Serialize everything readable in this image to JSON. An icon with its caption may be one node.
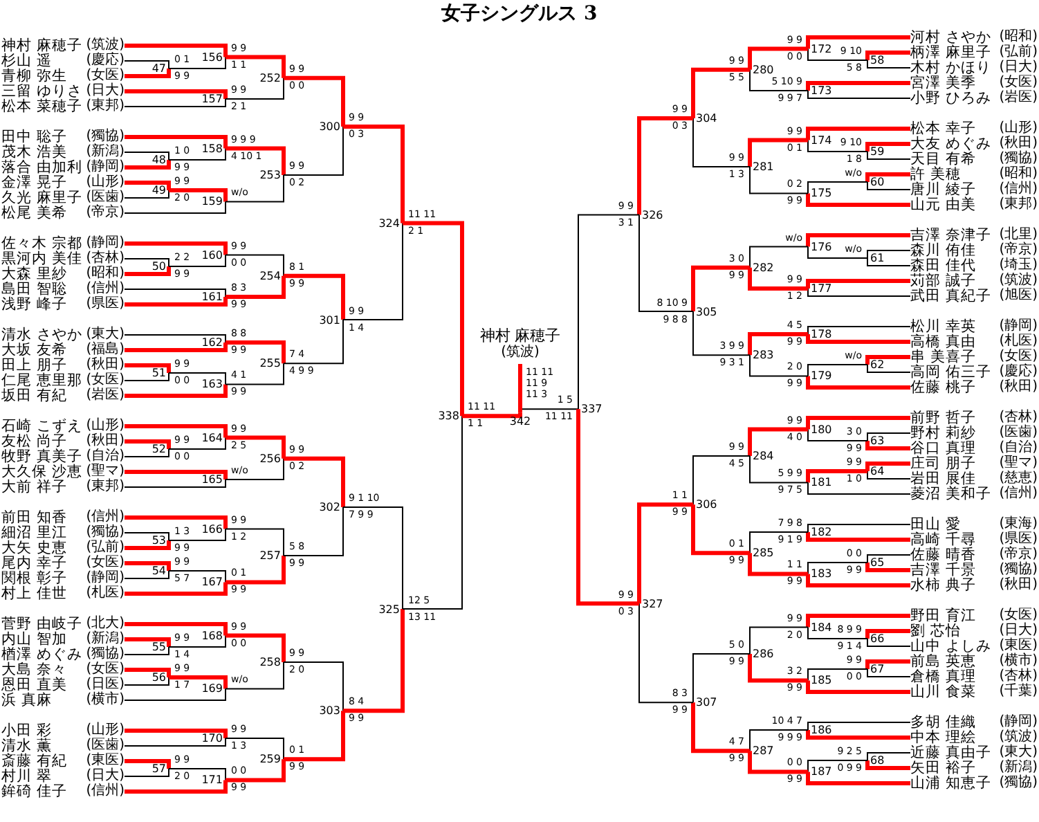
{
  "diagram": {
    "title": "女子シングルス 3",
    "nodes": [
      {
        "text": [
          "神村 麻穂子",
          "(筑波)"
        ]
      },
      {
        "text": [
          "杉山 遥",
          "(慶応)"
        ]
      },
      {
        "text": [
          "青柳 弥生",
          "(女医)"
        ]
      },
      {
        "text": [
          "三留 ゆりさ",
          "(日大)"
        ]
      },
      {
        "text": [
          "松本 菜穂子",
          "(東邦)"
        ]
      },
      {
        "text": [
          "田中 聡子",
          "(獨協)"
        ]
      },
      {
        "text": [
          "茂木 浩美",
          "(新潟)"
        ]
      },
      {
        "text": [
          "落合 由加利",
          "(静岡)"
        ]
      },
      {
        "text": [
          "金澤 晃子",
          "(山形)"
        ]
      },
      {
        "text": [
          "久光 麻里子",
          "(医歯)"
        ]
      },
      {
        "text": [
          "松尾 美希",
          "(帝京)"
        ]
      },
      {
        "text": [
          "佐々木 宗都",
          "(静岡)"
        ]
      },
      {
        "text": [
          "黒河内 美佳",
          "(杏林)"
        ]
      },
      {
        "text": [
          "大森 里紗",
          "(昭和)"
        ]
      },
      {
        "text": [
          "島田 智聡",
          "(信州)"
        ]
      },
      {
        "text": [
          "浅野 峰子",
          "(県医)"
        ]
      },
      {
        "text": [
          "清水 さやか",
          "(東大)"
        ]
      },
      {
        "text": [
          "大坂 友希",
          "(福島)"
        ]
      },
      {
        "text": [
          "田上 朋子",
          "(秋田)"
        ]
      },
      {
        "text": [
          "仁尾 恵里那",
          "(女医)"
        ]
      },
      {
        "text": [
          "坂田 有紀",
          "(岩医)"
        ]
      },
      {
        "text": [
          "石崎 こずえ",
          "(山形)"
        ]
      },
      {
        "text": [
          "友松 尚子",
          "(秋田)"
        ]
      },
      {
        "text": [
          "牧野 真美子",
          "(自治)"
        ]
      },
      {
        "text": [
          "大久保 沙恵",
          "(聖マ)"
        ]
      },
      {
        "text": [
          "大前 祥子",
          "(東邦)"
        ]
      },
      {
        "text": [
          "前田 知香",
          "(信州)"
        ]
      },
      {
        "text": [
          "細沼 里江",
          "(獨協)"
        ]
      },
      {
        "text": [
          "大矢 史恵",
          "(弘前)"
        ]
      },
      {
        "text": [
          "尾内 幸子",
          "(女医)"
        ]
      },
      {
        "text": [
          "関根 彰子",
          "(静岡)"
        ]
      },
      {
        "text": [
          "村上 佳世",
          "(札医)"
        ]
      },
      {
        "text": [
          "菅野 由岐子",
          "(北大)"
        ]
      },
      {
        "text": [
          "内山 智加",
          "(新潟)"
        ]
      },
      {
        "text": [
          "楢澤 めぐみ",
          "(獨協)"
        ]
      },
      {
        "text": [
          "大島 奈々",
          "(女医)"
        ]
      },
      {
        "text": [
          "恩田 直美",
          "(日医)"
        ]
      },
      {
        "text": [
          "浜 真麻",
          "(横市)"
        ]
      },
      {
        "text": [
          "小田 彩",
          "(山形)"
        ]
      },
      {
        "text": [
          "清水 薫",
          "(医歯)"
        ]
      },
      {
        "text": [
          "斎藤 有紀",
          "(東医)"
        ]
      },
      {
        "text": [
          "村川 翠",
          "(日大)"
        ]
      },
      {
        "text": [
          "鉾碕 佳子",
          "(信州)"
        ]
      },
      {
        "text": [
          "河村 さやか",
          "(昭和)"
        ]
      },
      {
        "text": [
          "柄澤 麻里子",
          "(弘前)"
        ]
      },
      {
        "text": [
          "木村 かほり",
          "(日大)"
        ]
      },
      {
        "text": [
          "宮澤 美季",
          "(女医)"
        ]
      },
      {
        "text": [
          "小野 ひろみ",
          "(岩医)"
        ]
      },
      {
        "text": [
          "松本 幸子",
          "(山形)"
        ]
      },
      {
        "text": [
          "大友 めぐみ",
          "(秋田)"
        ]
      },
      {
        "text": [
          "天目 有希",
          "(獨協)"
        ]
      },
      {
        "text": [
          "許 美穂",
          "(昭和)"
        ]
      },
      {
        "text": [
          "唐川 綾子",
          "(信州)"
        ]
      },
      {
        "text": [
          "山元 由美",
          "(東邦)"
        ]
      },
      {
        "text": [
          "吉澤 奈津子",
          "(北里)"
        ]
      },
      {
        "text": [
          "森川 侑佳",
          "(帝京)"
        ]
      },
      {
        "text": [
          "森田 佳代",
          "(埼玉)"
        ]
      },
      {
        "text": [
          "苅部 誠子",
          "(筑波)"
        ]
      },
      {
        "text": [
          "武田 真紀子",
          "(旭医)"
        ]
      },
      {
        "text": [
          "松川 幸英",
          "(静岡)"
        ]
      },
      {
        "text": [
          "高橋 真由",
          "(札医)"
        ]
      },
      {
        "text": [
          "串 美喜子",
          "(女医)"
        ]
      },
      {
        "text": [
          "高岡 佑三子",
          "(慶応)"
        ]
      },
      {
        "text": [
          "佐藤 桃子",
          "(秋田)"
        ]
      },
      {
        "text": [
          "前野 哲子",
          "(杏林)"
        ]
      },
      {
        "text": [
          "野村 莉紗",
          "(医歯)"
        ]
      },
      {
        "text": [
          "谷口 真理",
          "(自治)"
        ]
      },
      {
        "text": [
          "庄司 朋子",
          "(聖マ)"
        ]
      },
      {
        "text": [
          "岩田 展佳",
          "(慈恵)"
        ]
      },
      {
        "text": [
          "菱沼 美和子",
          "(信州)"
        ]
      },
      {
        "text": [
          "田山 愛",
          "(東海)"
        ]
      },
      {
        "text": [
          "高崎 千尋",
          "(県医)"
        ]
      },
      {
        "text": [
          "佐藤 晴香",
          "(帝京)"
        ]
      },
      {
        "text": [
          "吉澤 千景",
          "(獨協)"
        ]
      },
      {
        "text": [
          "水柿 典子",
          "(秋田)"
        ]
      },
      {
        "text": [
          "野田 育江",
          "(女医)"
        ]
      },
      {
        "text": [
          "劉 芯怡",
          "(日大)"
        ]
      },
      {
        "text": [
          "山中 よしみ",
          "(東医)"
        ]
      },
      {
        "text": [
          "前島 英恵",
          "(横市)"
        ]
      },
      {
        "text": [
          "倉橋 真理",
          "(杏林)"
        ]
      },
      {
        "text": [
          "山川 食菜",
          "(千葉)"
        ]
      },
      {
        "text": [
          "多胡 佳織",
          "(静岡)"
        ]
      },
      {
        "text": [
          "中本 理絵",
          "(筑波)"
        ]
      },
      {
        "text": [
          "近藤 真由子",
          "(東大)"
        ]
      },
      {
        "text": [
          "矢田 裕子",
          "(新潟)"
        ]
      },
      {
        "text": [
          "山浦 知恵子",
          "(獨協)"
        ]
      },
      {
        "text": [
          "神村 麻穂子",
          "(筑波)"
        ]
      },
      {
        "text": [
          "47"
        ]
      },
      {
        "text": [
          "48"
        ]
      },
      {
        "text": [
          "49"
        ]
      },
      {
        "text": [
          "50"
        ]
      },
      {
        "text": [
          "51"
        ]
      },
      {
        "text": [
          "52"
        ]
      },
      {
        "text": [
          "53"
        ]
      },
      {
        "text": [
          "54"
        ]
      },
      {
        "text": [
          "55"
        ]
      },
      {
        "text": [
          "56"
        ]
      },
      {
        "text": [
          "57"
        ]
      },
      {
        "text": [
          "58"
        ]
      },
      {
        "text": [
          "59"
        ]
      },
      {
        "text": [
          "60"
        ]
      },
      {
        "text": [
          "61"
        ]
      },
      {
        "text": [
          "62"
        ]
      },
      {
        "text": [
          "63"
        ]
      },
      {
        "text": [
          "64"
        ]
      },
      {
        "text": [
          "65"
        ]
      },
      {
        "text": [
          "66"
        ]
      },
      {
        "text": [
          "67"
        ]
      },
      {
        "text": [
          "68"
        ]
      },
      {
        "text": [
          "156"
        ]
      },
      {
        "text": [
          "157"
        ]
      },
      {
        "text": [
          "158"
        ]
      },
      {
        "text": [
          "159"
        ]
      },
      {
        "text": [
          "160"
        ]
      },
      {
        "text": [
          "161"
        ]
      },
      {
        "text": [
          "162"
        ]
      },
      {
        "text": [
          "163"
        ]
      },
      {
        "text": [
          "164"
        ]
      },
      {
        "text": [
          "165"
        ]
      },
      {
        "text": [
          "166"
        ]
      },
      {
        "text": [
          "167"
        ]
      },
      {
        "text": [
          "168"
        ]
      },
      {
        "text": [
          "169"
        ]
      },
      {
        "text": [
          "170"
        ]
      },
      {
        "text": [
          "171"
        ]
      },
      {
        "text": [
          "172"
        ]
      },
      {
        "text": [
          "173"
        ]
      },
      {
        "text": [
          "174"
        ]
      },
      {
        "text": [
          "175"
        ]
      },
      {
        "text": [
          "176"
        ]
      },
      {
        "text": [
          "177"
        ]
      },
      {
        "text": [
          "178"
        ]
      },
      {
        "text": [
          "179"
        ]
      },
      {
        "text": [
          "180"
        ]
      },
      {
        "text": [
          "181"
        ]
      },
      {
        "text": [
          "182"
        ]
      },
      {
        "text": [
          "183"
        ]
      },
      {
        "text": [
          "184"
        ]
      },
      {
        "text": [
          "185"
        ]
      },
      {
        "text": [
          "186"
        ]
      },
      {
        "text": [
          "187"
        ]
      },
      {
        "text": [
          "252"
        ]
      },
      {
        "text": [
          "253"
        ]
      },
      {
        "text": [
          "254"
        ]
      },
      {
        "text": [
          "255"
        ]
      },
      {
        "text": [
          "256"
        ]
      },
      {
        "text": [
          "257"
        ]
      },
      {
        "text": [
          "258"
        ]
      },
      {
        "text": [
          "259"
        ]
      },
      {
        "text": [
          "280"
        ]
      },
      {
        "text": [
          "281"
        ]
      },
      {
        "text": [
          "282"
        ]
      },
      {
        "text": [
          "283"
        ]
      },
      {
        "text": [
          "284"
        ]
      },
      {
        "text": [
          "285"
        ]
      },
      {
        "text": [
          "286"
        ]
      },
      {
        "text": [
          "287"
        ]
      },
      {
        "text": [
          "300"
        ]
      },
      {
        "text": [
          "301"
        ]
      },
      {
        "text": [
          "302"
        ]
      },
      {
        "text": [
          "303"
        ]
      },
      {
        "text": [
          "304"
        ]
      },
      {
        "text": [
          "305"
        ]
      },
      {
        "text": [
          "306"
        ]
      },
      {
        "text": [
          "307"
        ]
      },
      {
        "text": [
          "324"
        ]
      },
      {
        "text": [
          "325"
        ]
      },
      {
        "text": [
          "326"
        ]
      },
      {
        "text": [
          "327"
        ]
      },
      {
        "text": [
          "338"
        ]
      },
      {
        "text": [
          "337"
        ]
      },
      {
        "text": [
          "342"
        ]
      }
    ],
    "edges": [
      {
        "from": 1,
        "to": 87,
        "arrow": "none",
        "label": "0 1"
      },
      {
        "from": 2,
        "to": 87,
        "arrow": "none",
        "label": "9 9",
        "style": "thick",
        "color": "#ff0000"
      },
      {
        "from": 0,
        "to": 109,
        "arrow": "none",
        "label": "9 9",
        "style": "thick",
        "color": "#ff0000"
      },
      {
        "from": 87,
        "to": 109,
        "arrow": "none",
        "label": "1 1"
      },
      {
        "from": 3,
        "to": 110,
        "arrow": "none",
        "label": "9 9",
        "style": "thick",
        "color": "#ff0000"
      },
      {
        "from": 4,
        "to": 110,
        "arrow": "none",
        "label": "2 1"
      },
      {
        "from": 109,
        "to": 141,
        "arrow": "none",
        "label": "9 9",
        "style": "thick",
        "color": "#ff0000"
      },
      {
        "from": 110,
        "to": 141,
        "arrow": "none",
        "label": "0 0"
      },
      {
        "from": 6,
        "to": 88,
        "arrow": "none",
        "label": "1 0"
      },
      {
        "from": 7,
        "to": 88,
        "arrow": "none",
        "label": "9 9",
        "style": "thick",
        "color": "#ff0000"
      },
      {
        "from": 5,
        "to": 111,
        "arrow": "none",
        "label": "9 9 9",
        "style": "thick",
        "color": "#ff0000"
      },
      {
        "from": 88,
        "to": 111,
        "arrow": "none",
        "label": "4 10 1"
      },
      {
        "from": 8,
        "to": 89,
        "arrow": "none",
        "label": "9 9",
        "style": "thick",
        "color": "#ff0000"
      },
      {
        "from": 9,
        "to": 89,
        "arrow": "none",
        "label": "2 0"
      },
      {
        "from": 89,
        "to": 112,
        "arrow": "none",
        "label": "w/o",
        "style": "thick",
        "color": "#ff0000"
      },
      {
        "from": 10,
        "to": 112,
        "arrow": "none"
      },
      {
        "from": 111,
        "to": 142,
        "arrow": "none",
        "label": "9 9",
        "style": "thick",
        "color": "#ff0000"
      },
      {
        "from": 112,
        "to": 142,
        "arrow": "none",
        "label": "0 2"
      },
      {
        "from": 141,
        "to": 157,
        "arrow": "none",
        "label": "9 9",
        "style": "thick",
        "color": "#ff0000"
      },
      {
        "from": 142,
        "to": 157,
        "arrow": "none",
        "label": "0 3"
      },
      {
        "from": 12,
        "to": 90,
        "arrow": "none",
        "label": "2 2"
      },
      {
        "from": 13,
        "to": 90,
        "arrow": "none",
        "label": "9 9",
        "style": "thick",
        "color": "#ff0000"
      },
      {
        "from": 11,
        "to": 113,
        "arrow": "none",
        "label": "9 9",
        "style": "thick",
        "color": "#ff0000"
      },
      {
        "from": 90,
        "to": 113,
        "arrow": "none",
        "label": "0 0"
      },
      {
        "from": 14,
        "to": 114,
        "arrow": "none",
        "label": "8 3"
      },
      {
        "from": 15,
        "to": 114,
        "arrow": "none",
        "label": "9 9",
        "style": "thick",
        "color": "#ff0000"
      },
      {
        "from": 113,
        "to": 143,
        "arrow": "none",
        "label": "8 1"
      },
      {
        "from": 114,
        "to": 143,
        "arrow": "none",
        "label": "9 9",
        "style": "thick",
        "color": "#ff0000"
      },
      {
        "from": 16,
        "to": 115,
        "arrow": "none",
        "label": "8 8"
      },
      {
        "from": 17,
        "to": 115,
        "arrow": "none",
        "label": "9 9",
        "style": "thick",
        "color": "#ff0000"
      },
      {
        "from": 18,
        "to": 91,
        "arrow": "none",
        "label": "9 9",
        "style": "thick",
        "color": "#ff0000"
      },
      {
        "from": 19,
        "to": 91,
        "arrow": "none",
        "label": "0 0"
      },
      {
        "from": 91,
        "to": 116,
        "arrow": "none",
        "label": "4 1"
      },
      {
        "from": 20,
        "to": 116,
        "arrow": "none",
        "label": "9 9",
        "style": "thick",
        "color": "#ff0000"
      },
      {
        "from": 115,
        "to": 144,
        "arrow": "none",
        "label": "7 4",
        "style": "thick",
        "color": "#ff0000"
      },
      {
        "from": 116,
        "to": 144,
        "arrow": "none",
        "label": "4 9 9"
      },
      {
        "from": 143,
        "to": 158,
        "arrow": "none",
        "label": "9 9",
        "style": "thick",
        "color": "#ff0000"
      },
      {
        "from": 144,
        "to": 158,
        "arrow": "none",
        "label": "1 4"
      },
      {
        "from": 157,
        "to": 165,
        "arrow": "none",
        "label": "11 11",
        "style": "thick",
        "color": "#ff0000"
      },
      {
        "from": 158,
        "to": 165,
        "arrow": "none",
        "label": "2 1"
      },
      {
        "from": 22,
        "to": 92,
        "arrow": "none",
        "label": "9 9",
        "style": "thick",
        "color": "#ff0000"
      },
      {
        "from": 23,
        "to": 92,
        "arrow": "none",
        "label": "0 0"
      },
      {
        "from": 21,
        "to": 117,
        "arrow": "none",
        "label": "9 9",
        "style": "thick",
        "color": "#ff0000"
      },
      {
        "from": 92,
        "to": 117,
        "arrow": "none",
        "label": "2 5"
      },
      {
        "from": 24,
        "to": 118,
        "arrow": "none",
        "label": "w/o",
        "style": "thick",
        "color": "#ff0000"
      },
      {
        "from": 25,
        "to": 118,
        "arrow": "none"
      },
      {
        "from": 117,
        "to": 145,
        "arrow": "none",
        "label": "9 9",
        "style": "thick",
        "color": "#ff0000"
      },
      {
        "from": 118,
        "to": 145,
        "arrow": "none",
        "label": "0 2"
      },
      {
        "from": 27,
        "to": 93,
        "arrow": "none",
        "label": "1 3"
      },
      {
        "from": 28,
        "to": 93,
        "arrow": "none",
        "label": "9 9",
        "style": "thick",
        "color": "#ff0000"
      },
      {
        "from": 26,
        "to": 119,
        "arrow": "none",
        "label": "9 9",
        "style": "thick",
        "color": "#ff0000"
      },
      {
        "from": 93,
        "to": 119,
        "arrow": "none",
        "label": "1 2"
      },
      {
        "from": 29,
        "to": 94,
        "arrow": "none",
        "label": "9 9",
        "style": "thick",
        "color": "#ff0000"
      },
      {
        "from": 30,
        "to": 94,
        "arrow": "none",
        "label": "5 7"
      },
      {
        "from": 94,
        "to": 120,
        "arrow": "none",
        "label": "0 1"
      },
      {
        "from": 31,
        "to": 120,
        "arrow": "none",
        "label": "9 9",
        "style": "thick",
        "color": "#ff0000"
      },
      {
        "from": 119,
        "to": 146,
        "arrow": "none",
        "label": "5 8"
      },
      {
        "from": 120,
        "to": 146,
        "arrow": "none",
        "label": "9 9",
        "style": "thick",
        "color": "#ff0000"
      },
      {
        "from": 145,
        "to": 159,
        "arrow": "none",
        "label": "9 1 10",
        "style": "thick",
        "color": "#ff0000"
      },
      {
        "from": 146,
        "to": 159,
        "arrow": "none",
        "label": "7 9 9"
      },
      {
        "from": 33,
        "to": 95,
        "arrow": "none",
        "label": "9 9",
        "style": "thick",
        "color": "#ff0000"
      },
      {
        "from": 34,
        "to": 95,
        "arrow": "none",
        "label": "1 4"
      },
      {
        "from": 32,
        "to": 121,
        "arrow": "none",
        "label": "9 9",
        "style": "thick",
        "color": "#ff0000"
      },
      {
        "from": 95,
        "to": 121,
        "arrow": "none",
        "label": "0 0"
      },
      {
        "from": 35,
        "to": 96,
        "arrow": "none",
        "label": "9 9",
        "style": "thick",
        "color": "#ff0000"
      },
      {
        "from": 36,
        "to": 96,
        "arrow": "none",
        "label": "1 7"
      },
      {
        "from": 96,
        "to": 122,
        "arrow": "none",
        "label": "w/o",
        "style": "thick",
        "color": "#ff0000"
      },
      {
        "from": 37,
        "to": 122,
        "arrow": "none"
      },
      {
        "from": 121,
        "to": 147,
        "arrow": "none",
        "label": "9 9",
        "style": "thick",
        "color": "#ff0000"
      },
      {
        "from": 122,
        "to": 147,
        "arrow": "none",
        "label": "2 0"
      },
      {
        "from": 38,
        "to": 123,
        "arrow": "none",
        "label": "9 9",
        "style": "thick",
        "color": "#ff0000"
      },
      {
        "from": 39,
        "to": 123,
        "arrow": "none",
        "label": "1 3"
      },
      {
        "from": 40,
        "to": 97,
        "arrow": "none",
        "label": "9 9",
        "style": "thick",
        "color": "#ff0000"
      },
      {
        "from": 41,
        "to": 97,
        "arrow": "none",
        "label": "2 0"
      },
      {
        "from": 97,
        "to": 124,
        "arrow": "none",
        "label": "0 0"
      },
      {
        "from": 42,
        "to": 124,
        "arrow": "none",
        "label": "9 9",
        "style": "thick",
        "color": "#ff0000"
      },
      {
        "from": 123,
        "to": 148,
        "arrow": "none",
        "label": "0 1"
      },
      {
        "from": 124,
        "to": 148,
        "arrow": "none",
        "label": "9 9",
        "style": "thick",
        "color": "#ff0000"
      },
      {
        "from": 147,
        "to": 160,
        "arrow": "none",
        "label": "8 4"
      },
      {
        "from": 148,
        "to": 160,
        "arrow": "none",
        "label": "9 9",
        "style": "thick",
        "color": "#ff0000"
      },
      {
        "from": 159,
        "to": 166,
        "arrow": "none",
        "label": "12 5"
      },
      {
        "from": 160,
        "to": 166,
        "arrow": "none",
        "label": "13 11",
        "style": "thick",
        "color": "#ff0000"
      },
      {
        "from": 165,
        "to": 169,
        "arrow": "none",
        "label": "11 11",
        "style": "thick",
        "color": "#ff0000"
      },
      {
        "from": 166,
        "to": 169,
        "arrow": "none",
        "label": "1 1"
      },
      {
        "from": 169,
        "to": 171,
        "arrow": "none",
        "style": "thick",
        "color": "#ff0000"
      },
      {
        "from": 170,
        "to": 171,
        "arrow": "none"
      },
      {
        "from": 171,
        "to": 86,
        "arrow": "none",
        "style": "thick",
        "color": "#ff0000"
      },
      {
        "from": 44,
        "to": 98,
        "arrow": "none",
        "label": "9 10",
        "style": "thick",
        "color": "#ff0000"
      },
      {
        "from": 45,
        "to": 98,
        "arrow": "none",
        "label": "5 8"
      },
      {
        "from": 43,
        "to": 125,
        "arrow": "none",
        "label": "9 9",
        "style": "thick",
        "color": "#ff0000"
      },
      {
        "from": 98,
        "to": 125,
        "arrow": "none",
        "label": "0 0"
      },
      {
        "from": 46,
        "to": 126,
        "arrow": "none",
        "label": "5 10 9",
        "style": "thick",
        "color": "#ff0000"
      },
      {
        "from": 47,
        "to": 126,
        "arrow": "none",
        "label": "9 9 7"
      },
      {
        "from": 125,
        "to": 149,
        "arrow": "none",
        "label": "9 9",
        "style": "thick",
        "color": "#ff0000"
      },
      {
        "from": 126,
        "to": 149,
        "arrow": "none",
        "label": "5 5"
      },
      {
        "from": 49,
        "to": 99,
        "arrow": "none",
        "label": "9 10",
        "style": "thick",
        "color": "#ff0000"
      },
      {
        "from": 50,
        "to": 99,
        "arrow": "none",
        "label": "1 8"
      },
      {
        "from": 48,
        "to": 127,
        "arrow": "none",
        "label": "9 9",
        "style": "thick",
        "color": "#ff0000"
      },
      {
        "from": 99,
        "to": 127,
        "arrow": "none",
        "label": "0 1"
      },
      {
        "from": 51,
        "to": 100,
        "arrow": "none",
        "label": "w/o",
        "style": "thick",
        "color": "#ff0000"
      },
      {
        "from": 52,
        "to": 100,
        "arrow": "none"
      },
      {
        "from": 100,
        "to": 128,
        "arrow": "none",
        "label": "0 2"
      },
      {
        "from": 53,
        "to": 128,
        "arrow": "none",
        "label": "9 9",
        "style": "thick",
        "color": "#ff0000"
      },
      {
        "from": 127,
        "to": 150,
        "arrow": "none",
        "label": "9 9",
        "style": "thick",
        "color": "#ff0000"
      },
      {
        "from": 128,
        "to": 150,
        "arrow": "none",
        "label": "1 3"
      },
      {
        "from": 149,
        "to": 161,
        "arrow": "none",
        "label": "9 9",
        "style": "thick",
        "color": "#ff0000"
      },
      {
        "from": 150,
        "to": 161,
        "arrow": "none",
        "label": "0 3"
      },
      {
        "from": 55,
        "to": 101,
        "arrow": "none",
        "label": "w/o"
      },
      {
        "from": 56,
        "to": 101,
        "arrow": "none"
      },
      {
        "from": 54,
        "to": 129,
        "arrow": "none",
        "label": "w/o",
        "style": "thick",
        "color": "#ff0000"
      },
      {
        "from": 101,
        "to": 129,
        "arrow": "none"
      },
      {
        "from": 57,
        "to": 130,
        "arrow": "none",
        "label": "9 9",
        "style": "thick",
        "color": "#ff0000"
      },
      {
        "from": 58,
        "to": 130,
        "arrow": "none",
        "label": "1 2"
      },
      {
        "from": 129,
        "to": 151,
        "arrow": "none",
        "label": "3 0"
      },
      {
        "from": 130,
        "to": 151,
        "arrow": "none",
        "label": "9 9",
        "style": "thick",
        "color": "#ff0000"
      },
      {
        "from": 59,
        "to": 131,
        "arrow": "none",
        "label": "4 5"
      },
      {
        "from": 60,
        "to": 131,
        "arrow": "none",
        "label": "9 9",
        "style": "thick",
        "color": "#ff0000"
      },
      {
        "from": 61,
        "to": 102,
        "arrow": "none",
        "label": "w/o",
        "style": "thick",
        "color": "#ff0000"
      },
      {
        "from": 62,
        "to": 102,
        "arrow": "none"
      },
      {
        "from": 102,
        "to": 132,
        "arrow": "none",
        "label": "2 0"
      },
      {
        "from": 63,
        "to": 132,
        "arrow": "none",
        "label": "9 9",
        "style": "thick",
        "color": "#ff0000"
      },
      {
        "from": 131,
        "to": 152,
        "arrow": "none",
        "label": "3 9 9",
        "style": "thick",
        "color": "#ff0000"
      },
      {
        "from": 132,
        "to": 152,
        "arrow": "none",
        "label": "9 3 1"
      },
      {
        "from": 151,
        "to": 162,
        "arrow": "none",
        "label": "8 10 9",
        "style": "thick",
        "color": "#ff0000"
      },
      {
        "from": 152,
        "to": 162,
        "arrow": "none",
        "label": "9 8 8"
      },
      {
        "from": 161,
        "to": 167,
        "arrow": "none",
        "label": "9 9",
        "style": "thick",
        "color": "#ff0000"
      },
      {
        "from": 162,
        "to": 167,
        "arrow": "none",
        "label": "3 1"
      },
      {
        "from": 65,
        "to": 103,
        "arrow": "none",
        "label": "3 0"
      },
      {
        "from": 66,
        "to": 103,
        "arrow": "none",
        "label": "9 9",
        "style": "thick",
        "color": "#ff0000"
      },
      {
        "from": 64,
        "to": 133,
        "arrow": "none",
        "label": "9 9",
        "style": "thick",
        "color": "#ff0000"
      },
      {
        "from": 103,
        "to": 133,
        "arrow": "none",
        "label": "4 0"
      },
      {
        "from": 67,
        "to": 104,
        "arrow": "none",
        "label": "9 9",
        "style": "thick",
        "color": "#ff0000"
      },
      {
        "from": 68,
        "to": 104,
        "arrow": "none",
        "label": "1 0"
      },
      {
        "from": 104,
        "to": 134,
        "arrow": "none",
        "label": "5 9 9",
        "style": "thick",
        "color": "#ff0000"
      },
      {
        "from": 69,
        "to": 134,
        "arrow": "none",
        "label": "9 7 5"
      },
      {
        "from": 133,
        "to": 153,
        "arrow": "none",
        "label": "9 9",
        "style": "thick",
        "color": "#ff0000"
      },
      {
        "from": 134,
        "to": 153,
        "arrow": "none",
        "label": "4 5"
      },
      {
        "from": 70,
        "to": 135,
        "arrow": "none",
        "label": "7 9 8"
      },
      {
        "from": 71,
        "to": 135,
        "arrow": "none",
        "label": "9 1 9",
        "style": "thick",
        "color": "#ff0000"
      },
      {
        "from": 72,
        "to": 105,
        "arrow": "none",
        "label": "0 0"
      },
      {
        "from": 73,
        "to": 105,
        "arrow": "none",
        "label": "9 9",
        "style": "thick",
        "color": "#ff0000"
      },
      {
        "from": 105,
        "to": 136,
        "arrow": "none",
        "label": "1 1"
      },
      {
        "from": 74,
        "to": 136,
        "arrow": "none",
        "label": "9 9",
        "style": "thick",
        "color": "#ff0000"
      },
      {
        "from": 135,
        "to": 154,
        "arrow": "none",
        "label": "0 1"
      },
      {
        "from": 136,
        "to": 154,
        "arrow": "none",
        "label": "9 9",
        "style": "thick",
        "color": "#ff0000"
      },
      {
        "from": 153,
        "to": 163,
        "arrow": "none",
        "label": "1 1"
      },
      {
        "from": 154,
        "to": 163,
        "arrow": "none",
        "label": "9 9",
        "style": "thick",
        "color": "#ff0000"
      },
      {
        "from": 76,
        "to": 106,
        "arrow": "none",
        "label": "8 9 9",
        "style": "thick",
        "color": "#ff0000"
      },
      {
        "from": 77,
        "to": 106,
        "arrow": "none",
        "label": "9 1 4"
      },
      {
        "from": 75,
        "to": 137,
        "arrow": "none",
        "label": "9 9",
        "style": "thick",
        "color": "#ff0000"
      },
      {
        "from": 106,
        "to": 137,
        "arrow": "none",
        "label": "2 0"
      },
      {
        "from": 78,
        "to": 107,
        "arrow": "none",
        "label": "9 9",
        "style": "thick",
        "color": "#ff0000"
      },
      {
        "from": 79,
        "to": 107,
        "arrow": "none",
        "label": "0 0"
      },
      {
        "from": 107,
        "to": 138,
        "arrow": "none",
        "label": "3 2"
      },
      {
        "from": 80,
        "to": 138,
        "arrow": "none",
        "label": "9 9",
        "style": "thick",
        "color": "#ff0000"
      },
      {
        "from": 137,
        "to": 155,
        "arrow": "none",
        "label": "5 0"
      },
      {
        "from": 138,
        "to": 155,
        "arrow": "none",
        "label": "9 9",
        "style": "thick",
        "color": "#ff0000"
      },
      {
        "from": 81,
        "to": 139,
        "arrow": "none",
        "label": "10 4 7"
      },
      {
        "from": 82,
        "to": 139,
        "arrow": "none",
        "label": "9 9 9",
        "style": "thick",
        "color": "#ff0000"
      },
      {
        "from": 83,
        "to": 108,
        "arrow": "none",
        "label": "9 2 5"
      },
      {
        "from": 84,
        "to": 108,
        "arrow": "none",
        "label": "0 9 9",
        "style": "thick",
        "color": "#ff0000"
      },
      {
        "from": 108,
        "to": 140,
        "arrow": "none",
        "label": "0 0"
      },
      {
        "from": 85,
        "to": 140,
        "arrow": "none",
        "label": "9 9",
        "style": "thick",
        "color": "#ff0000"
      },
      {
        "from": 139,
        "to": 156,
        "arrow": "none",
        "label": "4 7"
      },
      {
        "from": 140,
        "to": 156,
        "arrow": "none",
        "label": "9 9",
        "style": "thick",
        "color": "#ff0000"
      },
      {
        "from": 155,
        "to": 164,
        "arrow": "none",
        "label": "8 3"
      },
      {
        "from": 156,
        "to": 164,
        "arrow": "none",
        "label": "9 9",
        "style": "thick",
        "color": "#ff0000"
      },
      {
        "from": 163,
        "to": 168,
        "arrow": "none",
        "label": "9 9",
        "style": "thick",
        "color": "#ff0000"
      },
      {
        "from": 164,
        "to": 168,
        "arrow": "none",
        "label": "0 3"
      },
      {
        "from": 167,
        "to": 170,
        "arrow": "none",
        "label": "1 5"
      },
      {
        "from": 168,
        "to": 170,
        "arrow": "none",
        "label": "11 11",
        "style": "thick",
        "color": "#ff0000"
      }
    ],
    "labels": [
      "11 11",
      "11 9",
      "11 3"
    ]
  }
}
